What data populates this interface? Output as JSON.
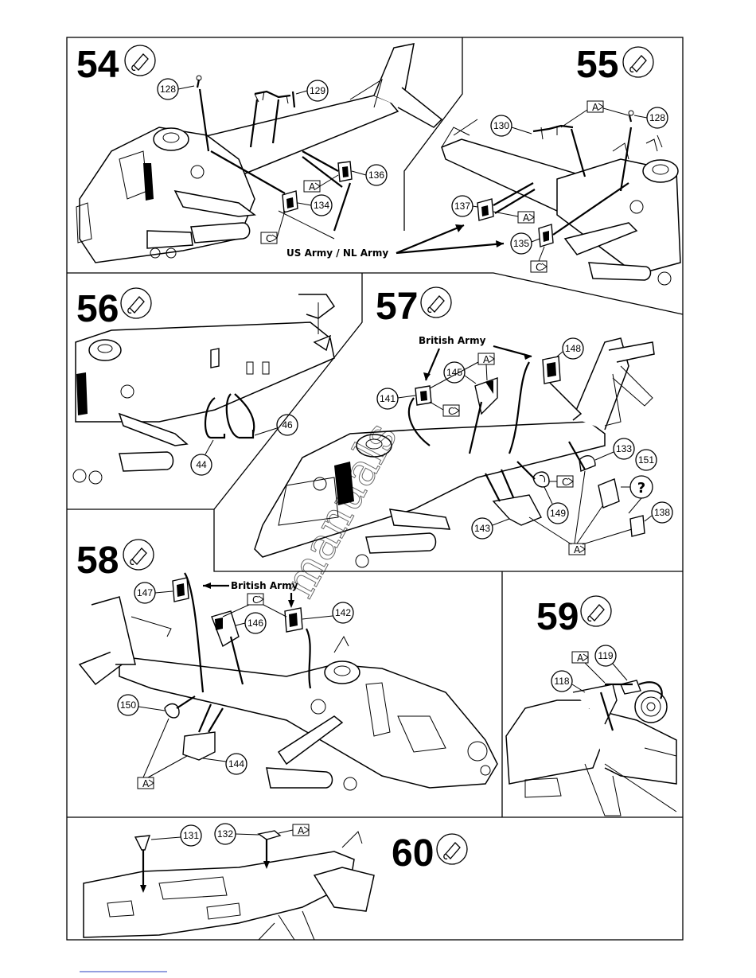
{
  "steps": [
    {
      "id": "54",
      "number": "54"
    },
    {
      "id": "55",
      "number": "55"
    },
    {
      "id": "56",
      "number": "56"
    },
    {
      "id": "57",
      "number": "57"
    },
    {
      "id": "58",
      "number": "58"
    },
    {
      "id": "59",
      "number": "59"
    },
    {
      "id": "60",
      "number": "60"
    }
  ],
  "labels": {
    "us_nl_army": "US Army / NL Army",
    "british_army_57": "British Army",
    "british_army_58": "British Army",
    "question_mark": "?"
  },
  "decals": {
    "a": "A",
    "c": "C"
  },
  "parts": {
    "p128a": "128",
    "p129": "129",
    "p136": "136",
    "p134": "134",
    "p128b": "128",
    "p130": "130",
    "p137": "137",
    "p135": "135",
    "p46": "46",
    "p44": "44",
    "p148": "148",
    "p145": "145",
    "p141": "141",
    "p133": "133",
    "p151": "151",
    "p149": "149",
    "p143": "143",
    "p138": "138",
    "p147": "147",
    "p146": "146",
    "p142": "142",
    "p150": "150",
    "p144": "144",
    "p119": "119",
    "p118": "118",
    "p131": "131",
    "p132": "132"
  },
  "watermark": "manuals"
}
